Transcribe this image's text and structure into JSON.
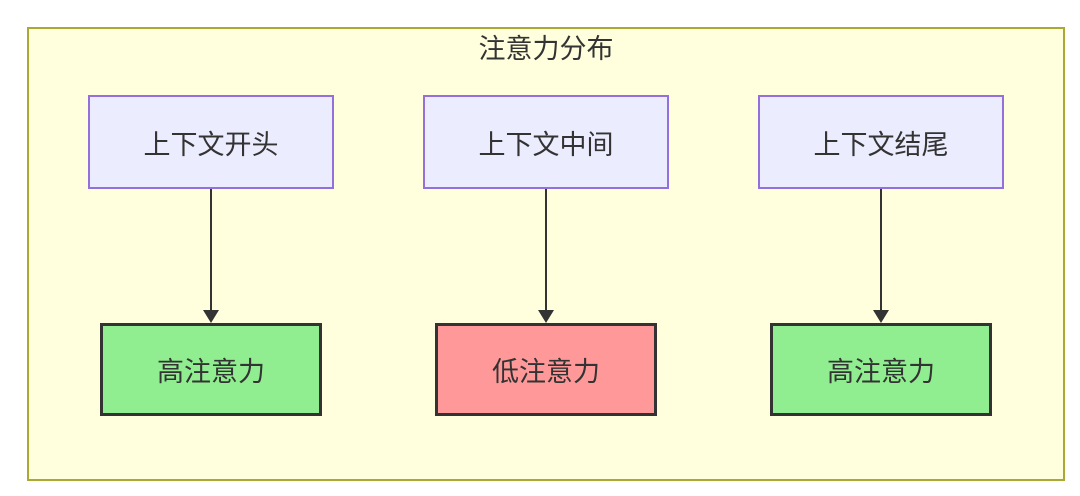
{
  "diagram": {
    "title": "注意力分布",
    "columns": [
      {
        "source": "上下文开头",
        "target": "高注意力",
        "level": "high"
      },
      {
        "source": "上下文中间",
        "target": "低注意力",
        "level": "low"
      },
      {
        "source": "上下文结尾",
        "target": "高注意力",
        "level": "high"
      }
    ],
    "colors": {
      "cluster_bg": "#ffffde",
      "cluster_border": "#aaaa33",
      "source_bg": "#ececff",
      "source_border": "#9370db",
      "high_bg": "#90ee90",
      "low_bg": "#ff9999",
      "target_border": "#333333",
      "arrow": "#333333",
      "text": "#333333"
    }
  }
}
